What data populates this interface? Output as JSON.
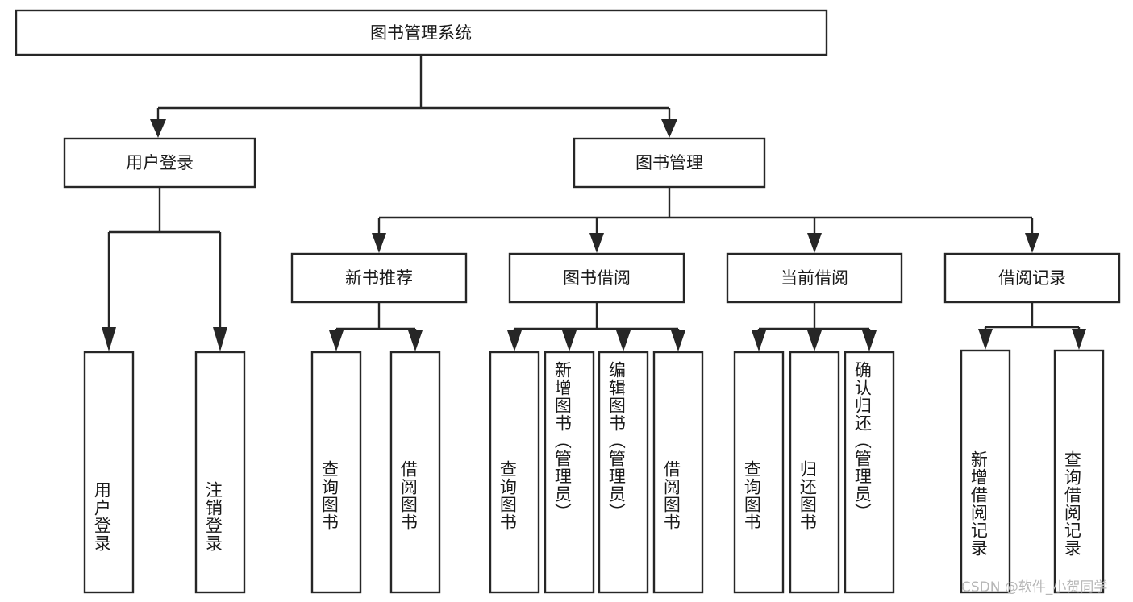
{
  "diagram": {
    "type": "tree",
    "title": "图书管理系统",
    "root": {
      "id": "root",
      "label": "图书管理系统"
    },
    "level2": [
      {
        "id": "user-login",
        "label": "用户登录"
      },
      {
        "id": "book-manage",
        "label": "图书管理"
      }
    ],
    "level3": [
      {
        "id": "new-book-recommend",
        "label": "新书推荐"
      },
      {
        "id": "book-borrow",
        "label": "图书借阅"
      },
      {
        "id": "current-borrow",
        "label": "当前借阅"
      },
      {
        "id": "borrow-record",
        "label": "借阅记录"
      }
    ],
    "leaves": [
      {
        "id": "leaf-user-login",
        "label": "用户登录",
        "parent": "user-login"
      },
      {
        "id": "leaf-logout",
        "label": "注销登录",
        "parent": "user-login"
      },
      {
        "id": "leaf-query-book-1",
        "label": "查询图书",
        "parent": "new-book-recommend"
      },
      {
        "id": "leaf-borrow-book-1",
        "label": "借阅图书",
        "parent": "new-book-recommend"
      },
      {
        "id": "leaf-query-book-2",
        "label": "查询图书",
        "parent": "book-borrow"
      },
      {
        "id": "leaf-add-book",
        "label": "新增图书（管理员）",
        "parent": "book-borrow"
      },
      {
        "id": "leaf-edit-book",
        "label": "编辑图书（管理员）",
        "parent": "book-borrow"
      },
      {
        "id": "leaf-borrow-book-2",
        "label": "借阅图书",
        "parent": "book-borrow"
      },
      {
        "id": "leaf-query-book-3",
        "label": "查询图书",
        "parent": "current-borrow"
      },
      {
        "id": "leaf-return-book",
        "label": "归还图书",
        "parent": "current-borrow"
      },
      {
        "id": "leaf-confirm-return",
        "label": "确认归还（管理员）",
        "parent": "current-borrow"
      },
      {
        "id": "leaf-add-record",
        "label": "新增借阅记录",
        "parent": "borrow-record"
      },
      {
        "id": "leaf-query-record",
        "label": "查询借阅记录",
        "parent": "borrow-record"
      }
    ],
    "colors": {
      "stroke": "#262626",
      "fill": "#ffffff",
      "text": "#1a1a1a",
      "watermark": "#b7b7b7"
    }
  },
  "watermark": {
    "text": "CSDN @软件_小贺同学"
  }
}
